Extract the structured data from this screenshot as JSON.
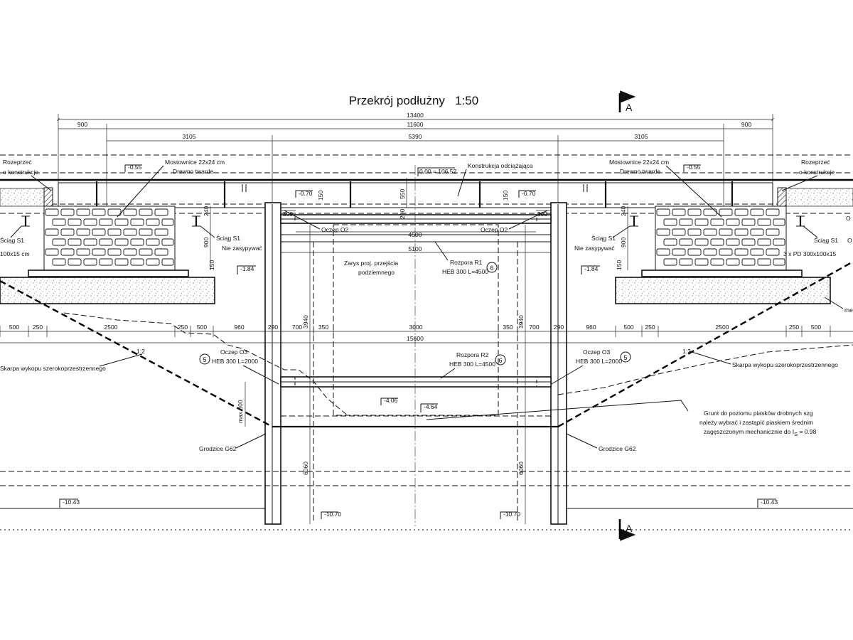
{
  "title": "Przekrój podłużny   1:50",
  "section_marker": "A",
  "dimensions": {
    "top1": "13400",
    "top2": [
      "900",
      "11600",
      "900"
    ],
    "top3": [
      "3105",
      "5390",
      "3105"
    ],
    "d4500": "4500",
    "d5100": "5100",
    "d300": "300",
    "d550": "550",
    "d200": "200",
    "d150": "150",
    "d240": "240",
    "d900": "900",
    "d3940": "3940",
    "d6060": "6060",
    "dmax800": "max 800",
    "bottom_row": [
      "500",
      "250",
      "2500",
      "250",
      "500",
      "960",
      "290",
      "700",
      "350",
      "3000",
      "350",
      "700",
      "290",
      "960",
      "500",
      "250",
      "2500",
      "250",
      "500"
    ],
    "d15600": "15600"
  },
  "elevations": {
    "top": "0.00 = 106.52",
    "e055": "-0.55",
    "e070": "-0.70",
    "e184": "-1.84",
    "e406": "-4.06",
    "e464": "-4.64",
    "e1043": "-10.43",
    "e1070": "-10.70"
  },
  "labels": {
    "rozeprzec_l1": "Rozeprzeć",
    "rozeprzec_l2": "o konstrukcje",
    "rozeprzec_r1": "Rozeprzeć",
    "rozeprzec_r2": "o konstrukcje",
    "mostownice_l1": "Mostownice 22x24 cm",
    "mostownice_l2": "Drewno twarde",
    "mostownice_r1": "Mostownice 22x24 cm",
    "mostownice_r2": "Drewno twarde",
    "konstrukcja": "Konstrukcja odciążająca",
    "oczep_o2": "Oczep O2",
    "sciag_s1": "Ściąg S1",
    "nie_zasypywac": "Nie zasypywać",
    "pd_left": "100x15 cm",
    "pd_right": "3 x PD 300x100x15",
    "zarys_l1": "Zarys proj. przejścia",
    "zarys_l2": "podziemnego",
    "rozpora_r1": "Rozpora R1",
    "rozpora_r1_spec": "HEB 300 L=4500",
    "rozpora_r2": "Rozpora R2",
    "rozpora_r2_spec": "HEB 300 L=4500",
    "oczep_o3": "Oczep O3",
    "oczep_o3_spec": "HEB 300 L=2000",
    "skarpa": "Skarpa wykopu szerokoprzestrzennego",
    "slope": "1:2",
    "grodzice": "Grodzice G62",
    "grunt_l1": "Grunt do poziomu piasków drobnych szg",
    "grunt_l2": "należy wybrać i zastąpić piaskiem średnim",
    "grunt_l3": "zagęszczonym mechanicznie do I",
    "grunt_sub": "S",
    "grunt_val": " = 0.98",
    "c6": "6",
    "c5": "5",
    "edge_o": "O",
    "edge_me": "me"
  }
}
